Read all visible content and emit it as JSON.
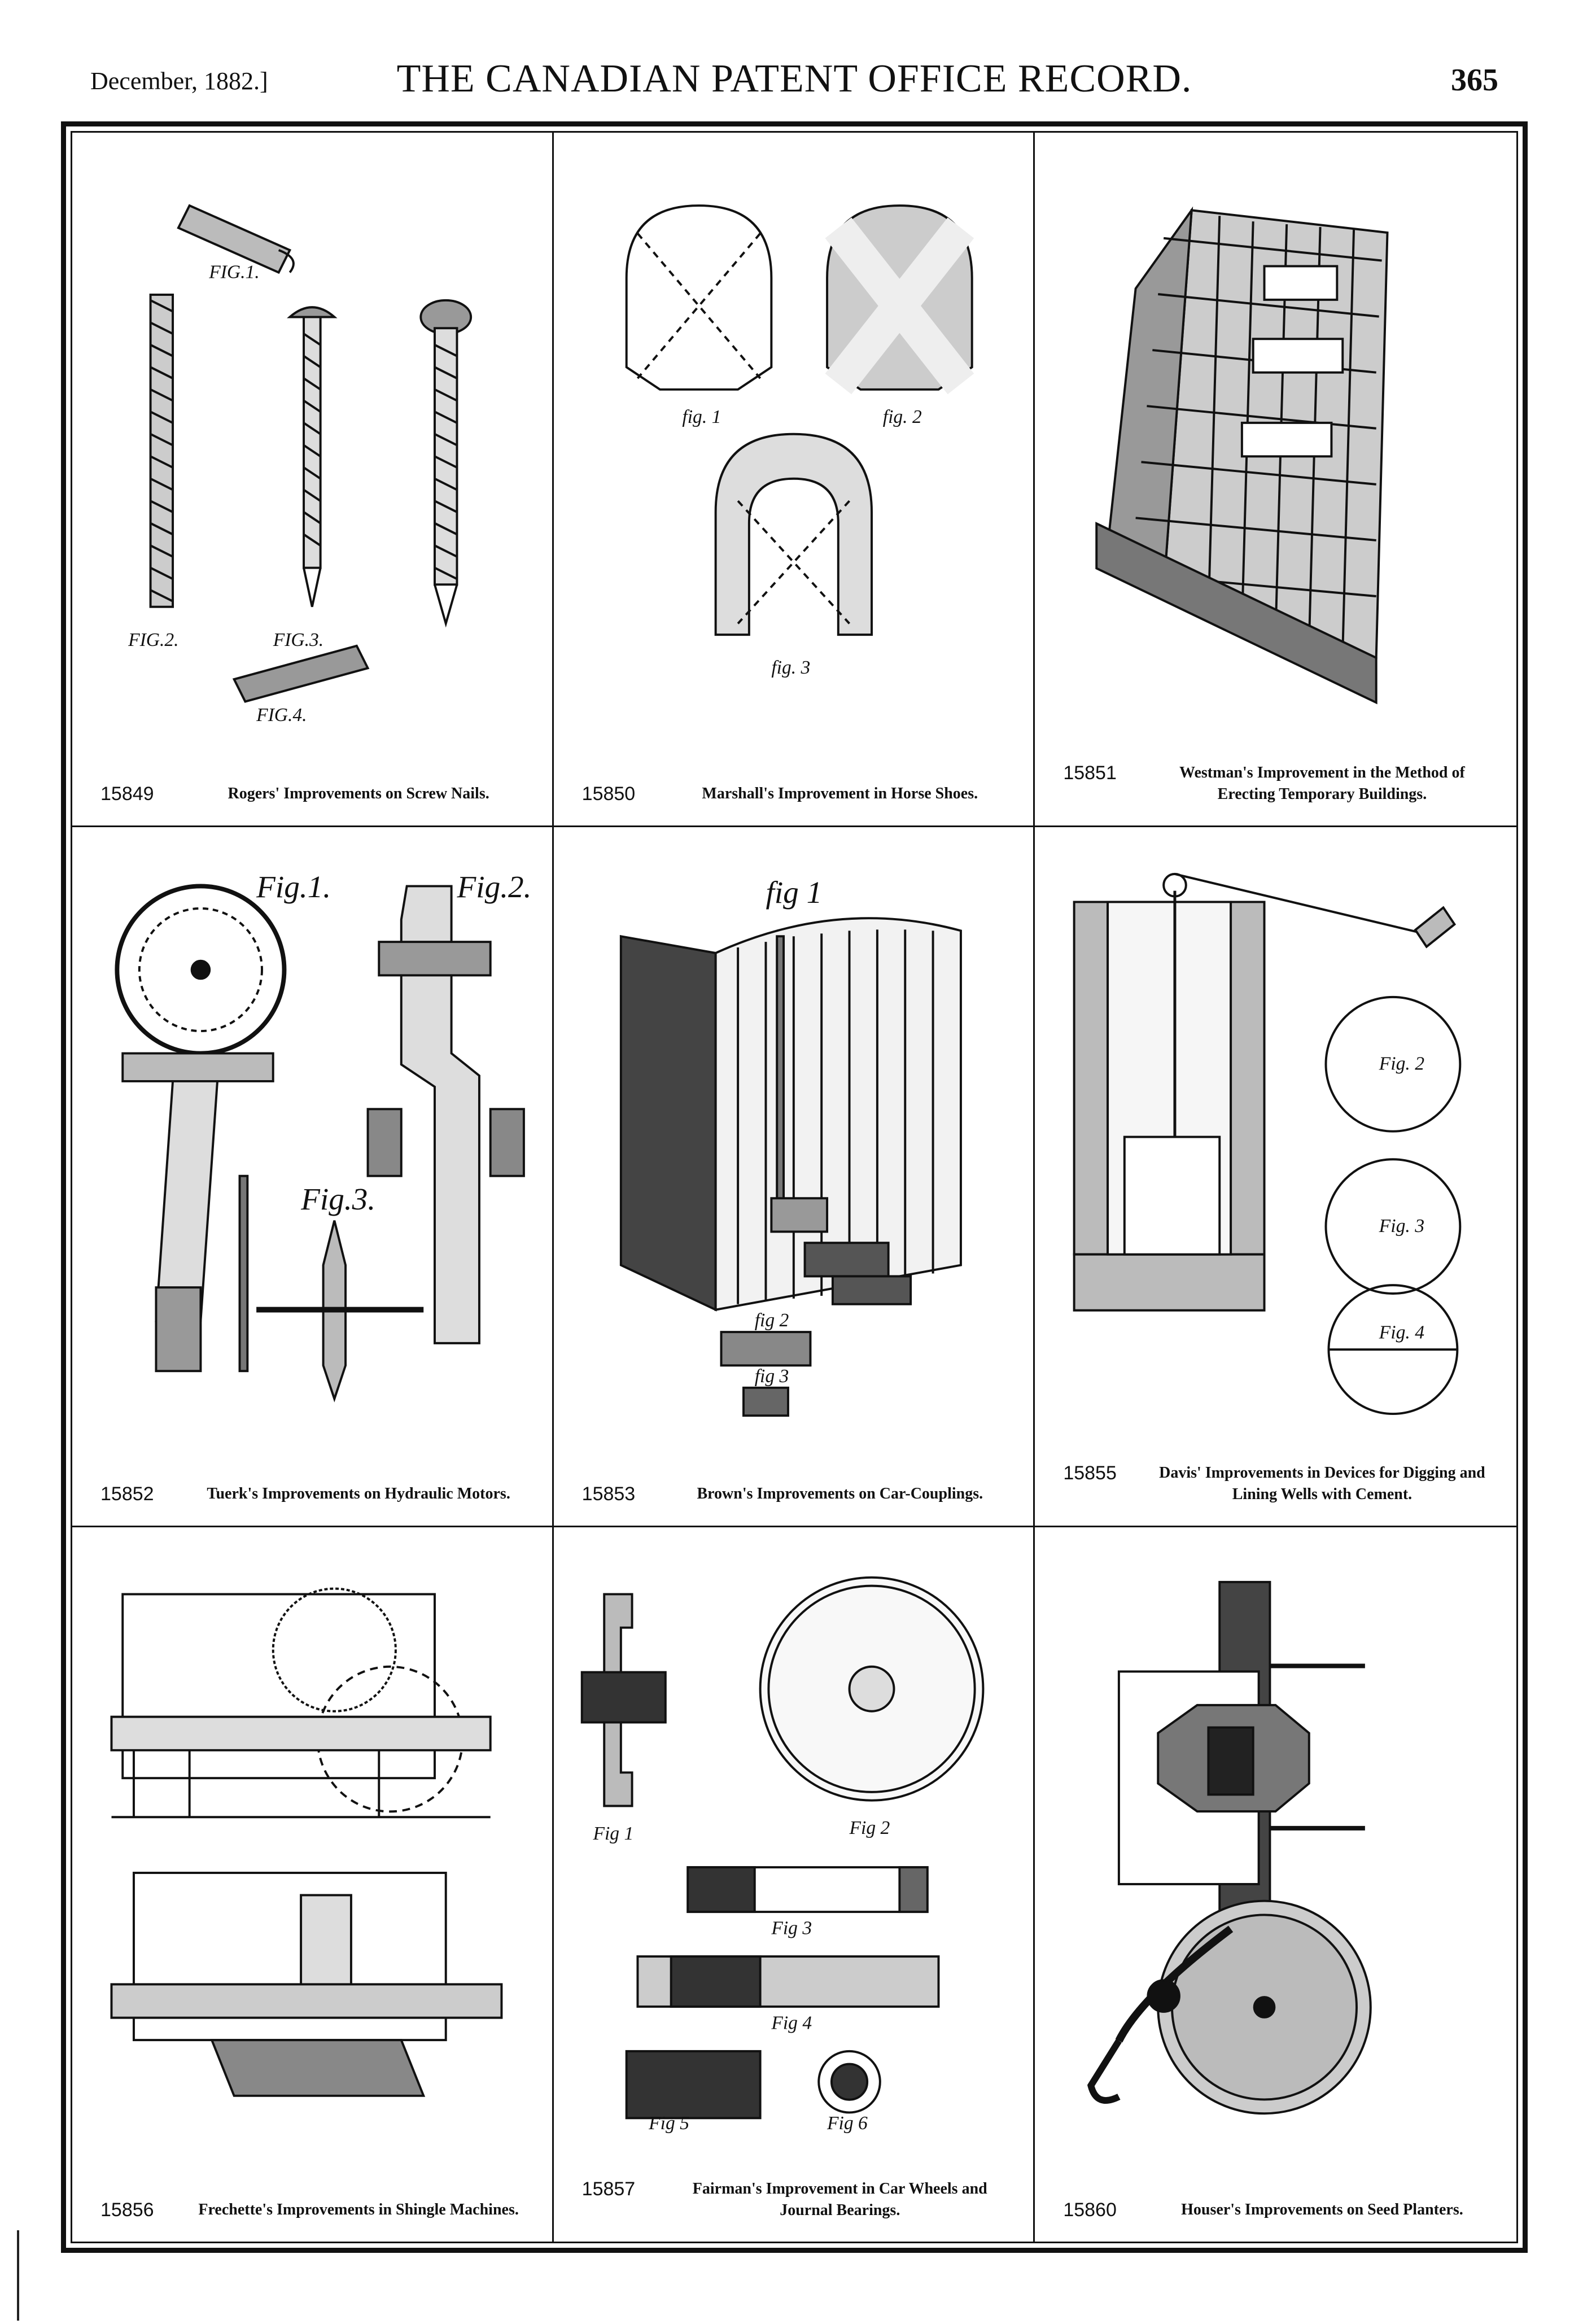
{
  "header": {
    "date": "December, 1882.]",
    "title": "THE CANADIAN PATENT OFFICE RECORD.",
    "page": "365"
  },
  "patents": [
    {
      "number": "15849",
      "caption": "Rogers' Improvements on Screw Nails.",
      "labels": [
        "FIG.1.",
        "FIG.2.",
        "FIG.3.",
        "FIG.4."
      ]
    },
    {
      "number": "15850",
      "caption": "Marshall's Improvement in Horse Shoes.",
      "labels": [
        "fig. 1",
        "fig. 2",
        "fig. 3"
      ]
    },
    {
      "number": "15851",
      "caption": "Westman's Improvement in the Method of Erecting Temporary Buildings.",
      "labels": []
    },
    {
      "number": "15852",
      "caption": "Tuerk's Improvements on Hydraulic Motors.",
      "labels": [
        "Fig.1.",
        "Fig.2.",
        "Fig.3."
      ]
    },
    {
      "number": "15853",
      "caption": "Brown's Improvements on Car-Couplings.",
      "labels": [
        "fig 1",
        "fig 2",
        "fig 3"
      ]
    },
    {
      "number": "15855",
      "caption": "Davis' Improvements in Devices for Digging and Lining Wells with Cement.",
      "labels": [
        "Fig. 2",
        "Fig. 3",
        "Fig. 4"
      ]
    },
    {
      "number": "15856",
      "caption": "Frechette's Improvements in Shingle Machines.",
      "labels": []
    },
    {
      "number": "15857",
      "caption": "Fairman's Improvement in Car Wheels and Journal Bearings.",
      "labels": [
        "Fig 1",
        "Fig 2",
        "Fig 3",
        "Fig 4",
        "Fig 5",
        "Fig 6"
      ]
    },
    {
      "number": "15860",
      "caption": "Houser's Improvements on Seed Planters.",
      "labels": []
    }
  ]
}
